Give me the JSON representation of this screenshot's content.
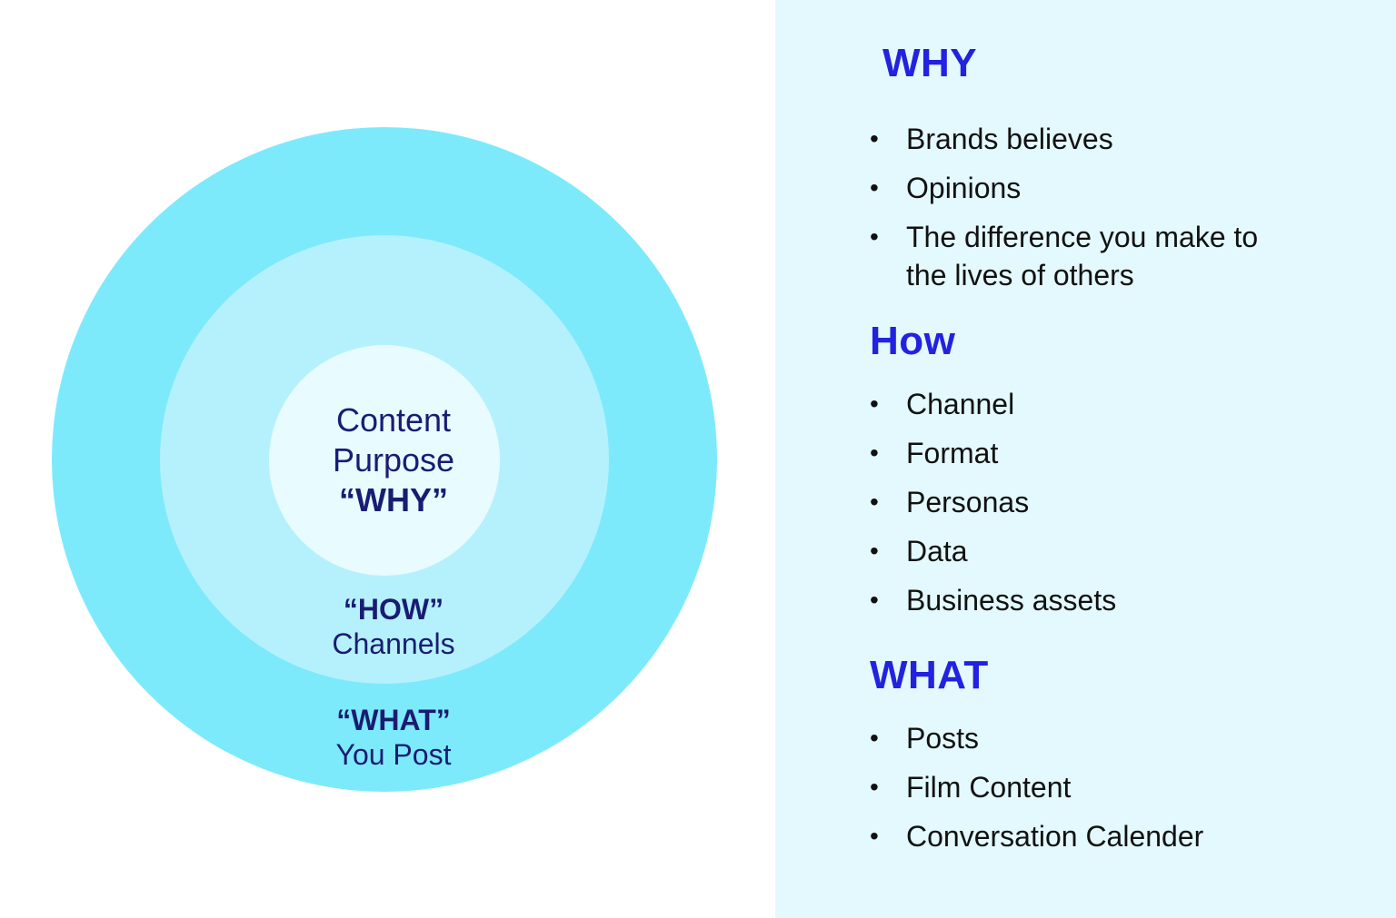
{
  "colors": {
    "outer_ring": "#7deafc",
    "middle_ring": "#b5f1fc",
    "inner_circle": "#e8fbfe",
    "panel_background": "#e3f9fd",
    "heading_blue": "#2222e0",
    "navy_text": "#191c73",
    "body_text": "#111111"
  },
  "bullet_glyph": "•",
  "diagram": {
    "center": {
      "line1": "Content",
      "line2": "Purpose",
      "line3": "“WHY”"
    },
    "how_ring": {
      "title": "“HOW”",
      "subtitle": "Channels"
    },
    "what_ring": {
      "title": "“WHAT”",
      "subtitle": "You Post"
    }
  },
  "panel": {
    "sections": [
      {
        "heading": "WHY",
        "items": [
          "Brands believes",
          "Opinions",
          "The difference you make to the lives of others"
        ]
      },
      {
        "heading": "How",
        "items": [
          "Channel",
          "Format",
          "Personas",
          "Data",
          "Business assets"
        ]
      },
      {
        "heading": "WHAT",
        "items": [
          "Posts",
          "Film Content",
          "Conversation Calender"
        ]
      }
    ]
  }
}
